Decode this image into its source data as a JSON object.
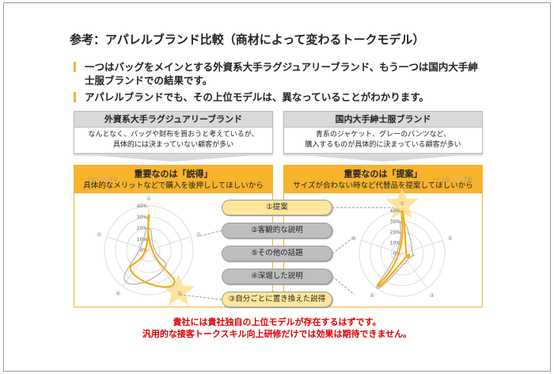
{
  "title": "参考：アパレルブランド比較（商材によって変わるトークモデル）",
  "bullets": [
    "一つはバッグをメインとする外資系大手ラグジュアリーブランド、もう一つは国内大手紳士服ブランドでの結果です。",
    "アパレルブランドでも、その上位モデルは、異なっていることがわかります。"
  ],
  "brands": [
    {
      "name": "外資系大手ラグジュアリーブランド",
      "desc1": "なんとなく、バッグや財布を買おうと考えているが、",
      "desc2": "具体的には決まっていない顧客が多い"
    },
    {
      "name": "国内大手紳士服ブランド",
      "desc1": "青系のジャケット、グレーのパンツなど、",
      "desc2": "購入するものが具体的に決まっている顧客が多い"
    }
  ],
  "panels": [
    {
      "heading": "重要なのは「説得」",
      "sub": "具体的なメリットなどで購入を後押ししてほしいから"
    },
    {
      "heading": "重要なのは「提案」",
      "sub": "サイズが合わない時など代替品を提案してほしいから"
    }
  ],
  "pills": [
    {
      "label": "①提案",
      "highlight": true
    },
    {
      "label": "②客観的な説明",
      "highlight": false
    },
    {
      "label": "⑤その他の話題",
      "highlight": false
    },
    {
      "label": "④深堀した説明",
      "highlight": false
    },
    {
      "label": "③自分ごとに置き換えた説得",
      "highlight": true
    }
  ],
  "conclusion": [
    "貴社には貴社独自の上位モデルが存在するはずです。",
    "汎用的な接客トークスキル向上研修だけでは効果は期待できません。"
  ],
  "colors": {
    "accent": "#f7b32b",
    "upper": "#f5a800",
    "lower": "#b5b5b5",
    "conclusion": "#e00000"
  },
  "chart_data": [
    {
      "type": "radar",
      "axes": [
        "①",
        "②",
        "③",
        "④",
        "⑤"
      ],
      "ticks": [
        "0%",
        "10%",
        "20%",
        "30%",
        "40%"
      ],
      "range": [
        0,
        40
      ],
      "legend": "top-left",
      "series": [
        {
          "name": "上位",
          "values": [
            32,
            3,
            38,
            25,
            3
          ]
        },
        {
          "name": "下位",
          "values": [
            20,
            5,
            22,
            35,
            8
          ]
        }
      ],
      "highlight_axis": "③"
    },
    {
      "type": "radar",
      "axes": [
        "①",
        "②",
        "③",
        "④",
        "⑤"
      ],
      "ticks": [
        "0%",
        "10%",
        "20%",
        "30%",
        "40%"
      ],
      "range": [
        0,
        40
      ],
      "legend": "top-right",
      "series": [
        {
          "name": "上位",
          "values": [
            40,
            4,
            5,
            38,
            3
          ]
        },
        {
          "name": "下位",
          "values": [
            30,
            10,
            8,
            40,
            5
          ]
        }
      ],
      "highlight_axis": "①"
    }
  ]
}
